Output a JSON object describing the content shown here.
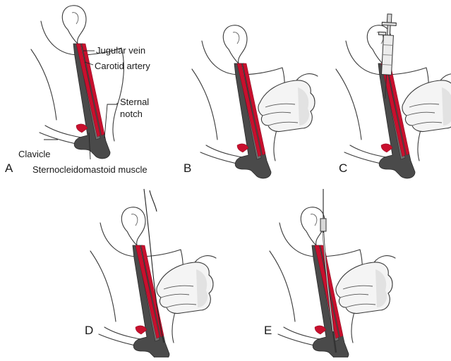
{
  "labels": {
    "jugular_vein": "Jugular vein",
    "carotid_artery": "Carotid artery",
    "sternal_notch": "Sternal\nnotch",
    "sternal_notch_line1": "Sternal",
    "sternal_notch_line2": "notch",
    "clavicle": "Clavicle",
    "scm_muscle": "Sternocleidomastoid muscle"
  },
  "panels": [
    "A",
    "B",
    "C",
    "D",
    "E"
  ],
  "colors": {
    "vessel": "#c8102e",
    "muscle": "#4a4a4a",
    "outline": "#3a3a3a",
    "skin": "#f4f4f4"
  }
}
